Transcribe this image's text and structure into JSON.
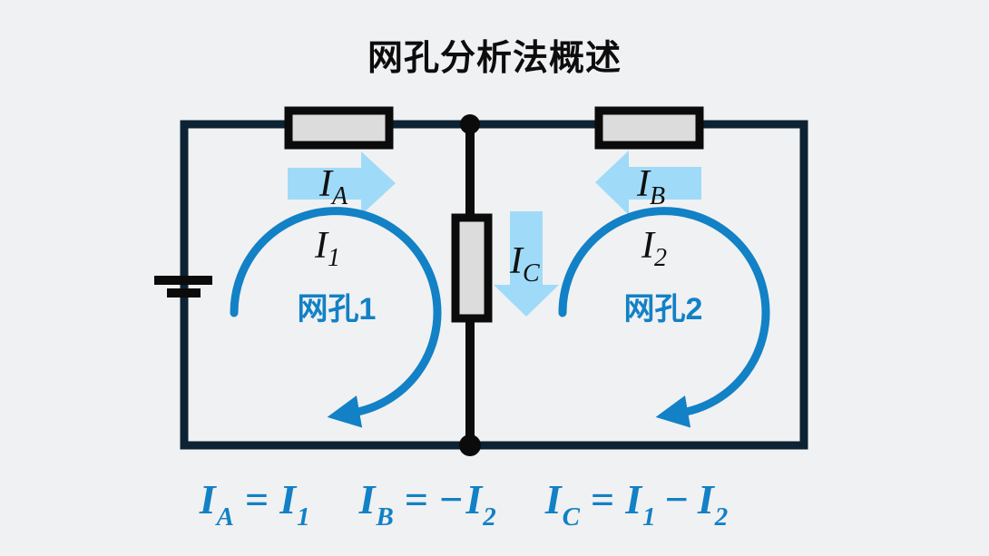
{
  "title": "网孔分析法概述",
  "colors": {
    "background": "#f0f1f2",
    "outer_wire": "#0d2233",
    "inner_wire": "#0b0b0b",
    "resistor_fill": "#dcdcdc",
    "arrow_fill": "#9fdbf8",
    "accent_blue": "#1281c6",
    "text_dark": "#101010"
  },
  "circuit": {
    "meshes": [
      {
        "label": "网孔1",
        "current_base": "I",
        "current_sub": "1",
        "direction": "clockwise"
      },
      {
        "label": "网孔2",
        "current_base": "I",
        "current_sub": "2",
        "direction": "clockwise"
      }
    ],
    "branch_currents": [
      {
        "base": "I",
        "sub": "A",
        "direction": "right"
      },
      {
        "base": "I",
        "sub": "B",
        "direction": "left"
      },
      {
        "base": "I",
        "sub": "C",
        "direction": "down"
      }
    ]
  },
  "equations": [
    {
      "lhs_base": "I",
      "lhs_sub": "A",
      "rel": "=",
      "t1_base": "I",
      "t1_sub": "1"
    },
    {
      "lhs_base": "I",
      "lhs_sub": "B",
      "rel": "=",
      "t1_sign": "−",
      "t1_base": "I",
      "t1_sub": "2"
    },
    {
      "lhs_base": "I",
      "lhs_sub": "C",
      "rel": "=",
      "t1_base": "I",
      "t1_sub": "1",
      "op": "−",
      "t2_base": "I",
      "t2_sub": "2"
    }
  ]
}
